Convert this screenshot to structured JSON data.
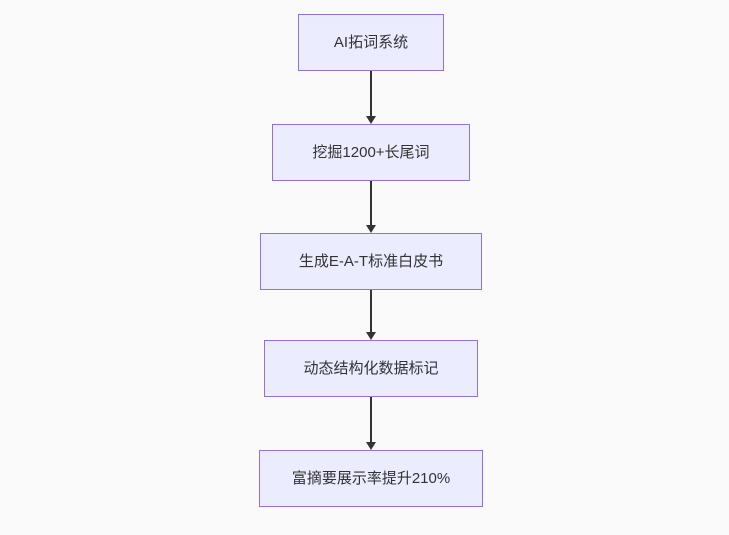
{
  "diagram": {
    "type": "flowchart",
    "direction": "top-down",
    "colors": {
      "background": "#fafafa",
      "node_fill": "#ECECFF",
      "node_border": "#9370DB",
      "edge": "#333333",
      "text": "#333333"
    },
    "nodes": [
      {
        "id": "n1",
        "label": "AI拓词系统"
      },
      {
        "id": "n2",
        "label": "挖掘1200+长尾词"
      },
      {
        "id": "n3",
        "label": "生成E-A-T标准白皮书"
      },
      {
        "id": "n4",
        "label": "动态结构化数据标记"
      },
      {
        "id": "n5",
        "label": "富摘要展示率提升210%"
      }
    ],
    "edges": [
      {
        "from": "n1",
        "to": "n2"
      },
      {
        "from": "n2",
        "to": "n3"
      },
      {
        "from": "n3",
        "to": "n4"
      },
      {
        "from": "n4",
        "to": "n5"
      }
    ]
  }
}
